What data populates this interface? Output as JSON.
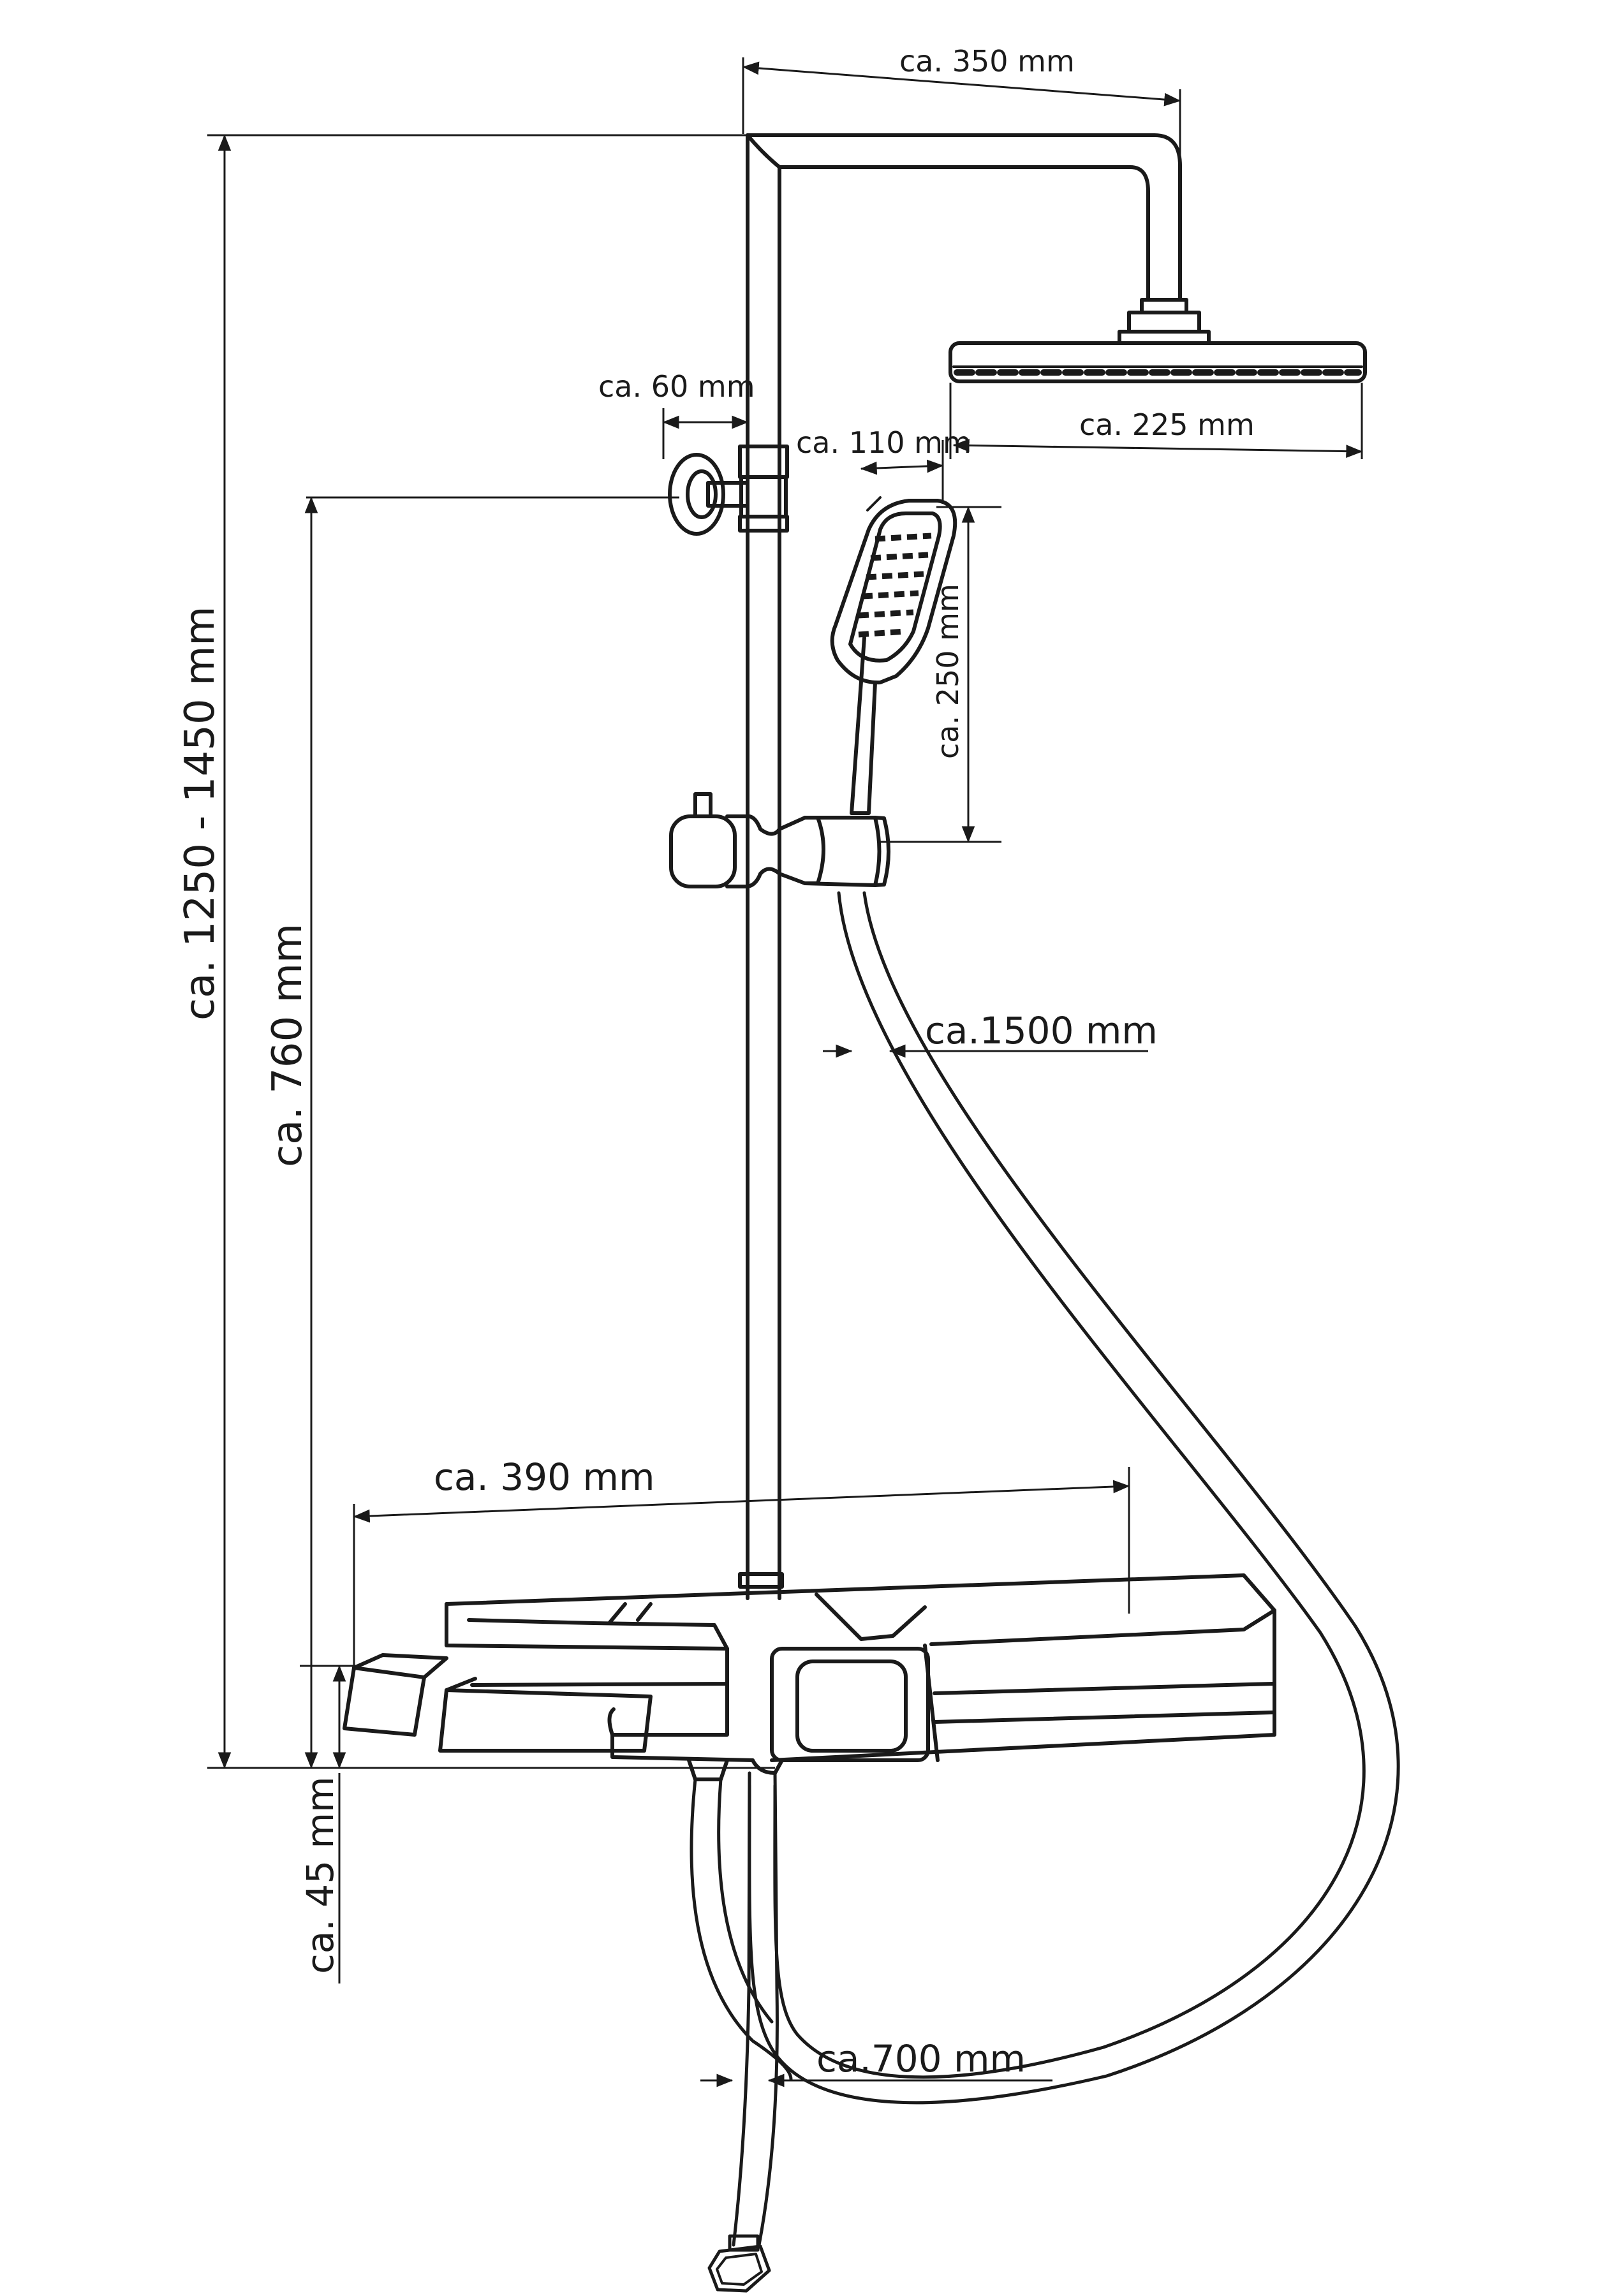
{
  "dimensions": {
    "top_arm_length": "ca. 350 mm",
    "wall_bracket_offset": "ca. 60 mm",
    "hand_shower_width": "ca. 110 mm",
    "head_shower_size": "ca. 225 mm",
    "hand_shower_length": "ca. 250 mm",
    "total_height": "ca. 1250 - 1450 mm",
    "bracket_to_thermostat_height": "ca. 760 mm",
    "hose_long": "ca.1500 mm",
    "shelf_width": "ca. 390 mm",
    "outlet_height": "ca. 45 mm",
    "hose_short": "ca.700 mm"
  },
  "colors": {
    "line": "#1a1a1a",
    "background": "#ffffff"
  }
}
